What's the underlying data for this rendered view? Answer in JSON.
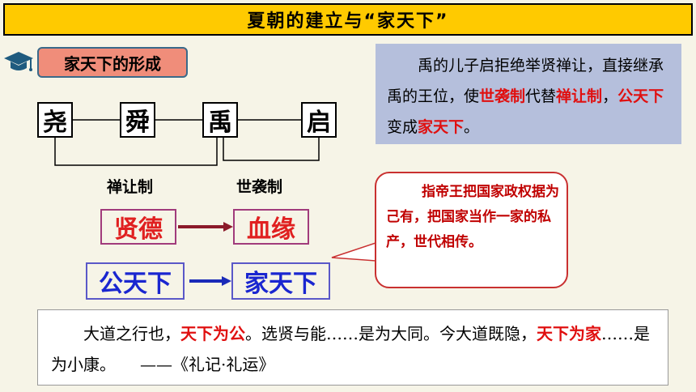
{
  "title": "夏朝的建立与“家天下”",
  "section": {
    "label": "家天下的形成",
    "icon": "graduation-cap-icon"
  },
  "diagram": {
    "rulers": [
      "尧",
      "舜",
      "禹",
      "启"
    ],
    "system_left": "禅让制",
    "system_right": "世袭制"
  },
  "chain": {
    "from1": "贤德",
    "to1": "血缘",
    "from2": "公天下",
    "to2": "家天下"
  },
  "note": {
    "text1": "禹的儿子启拒绝举贤禅让，直接继承禹的王位，使",
    "hl1": "世袭制",
    "text2": "代替",
    "hl2": "禅让制",
    "text3": "，",
    "hl3": "公天下",
    "text4": "变成",
    "hl4": "家天下",
    "text5": "。"
  },
  "bubble": {
    "text": "指帝王把国家政权据为己有，把国家当作一家的私产，世代相传。"
  },
  "quote": {
    "p1": "大道之行也，",
    "hl1": "天下为公",
    "p2": "。选贤与能……是为大同。今大道既隐，",
    "hl2": "天下为家",
    "p3": "……是为小康。　　——《礼记·礼运》"
  },
  "colors": {
    "title_bg": "#ffca00",
    "pill_bg": "#f08d7a",
    "note_bg": "#b5bfdc",
    "highlight": "#e01010",
    "blue": "#1a26d0"
  }
}
